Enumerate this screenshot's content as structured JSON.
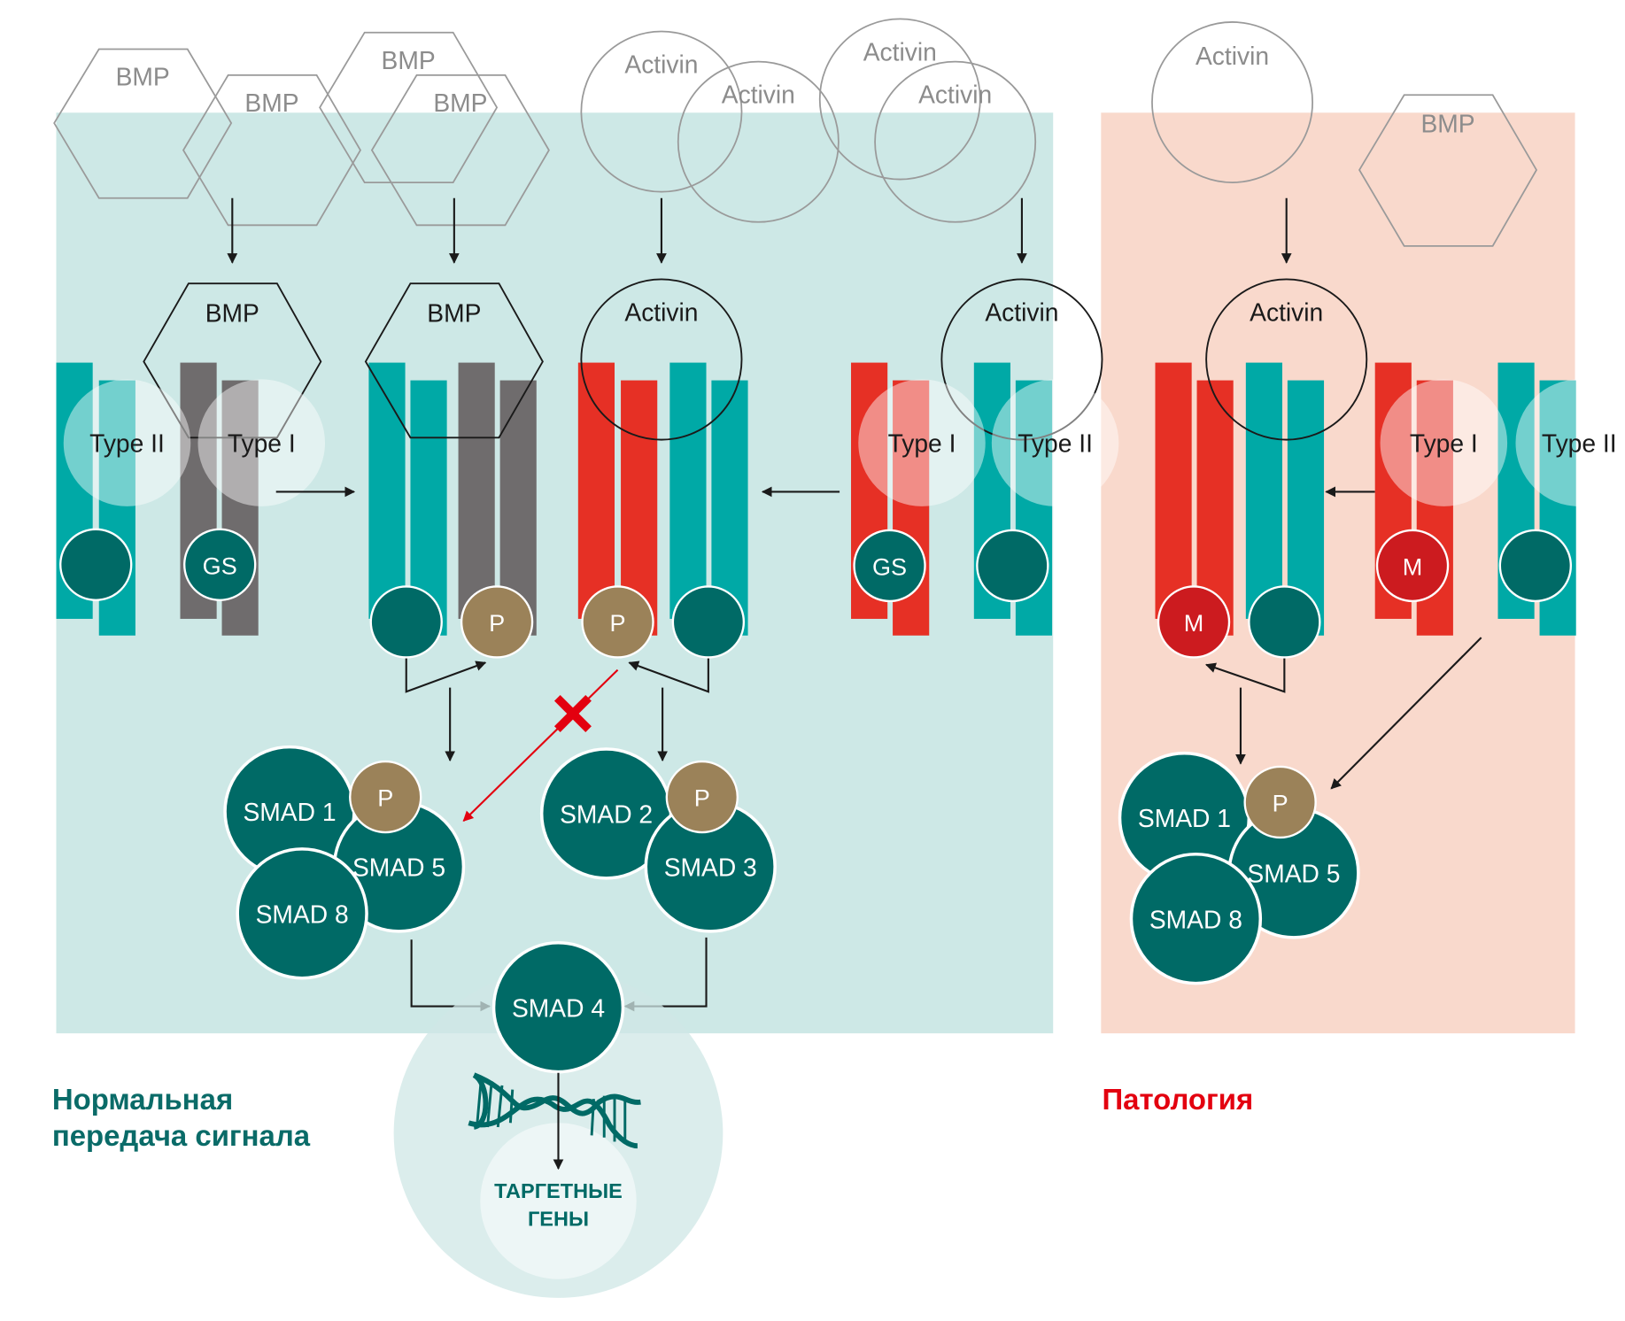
{
  "ligands": {
    "bmp": "BMP",
    "activin": "Activin"
  },
  "receptors": {
    "type1": "Type I",
    "type2": "Type II"
  },
  "domains": {
    "gs": "GS",
    "p": "P",
    "m": "M"
  },
  "smads": {
    "smad1": "SMAD 1",
    "smad2": "SMAD 2",
    "smad3": "SMAD 3",
    "smad4": "SMAD 4",
    "smad5": "SMAD 5",
    "smad8": "SMAD 8"
  },
  "nucleus": {
    "line1": "ТАРГЕТНЫЕ",
    "line2": "ГЕНЫ"
  },
  "labels": {
    "normal_line1": "Нормальная",
    "normal_line2": "передача сигнала",
    "pathology": "Патология"
  },
  "colors": {
    "normal_bg": "#cde8e6",
    "pathology_bg": "#f9d9cc",
    "teal": "#00a9a6",
    "dark_teal": "#006a66",
    "red": "#e63025",
    "phospho": "#9b8259",
    "mutation": "#cc1b1f",
    "inhibit": "#e3000f"
  }
}
